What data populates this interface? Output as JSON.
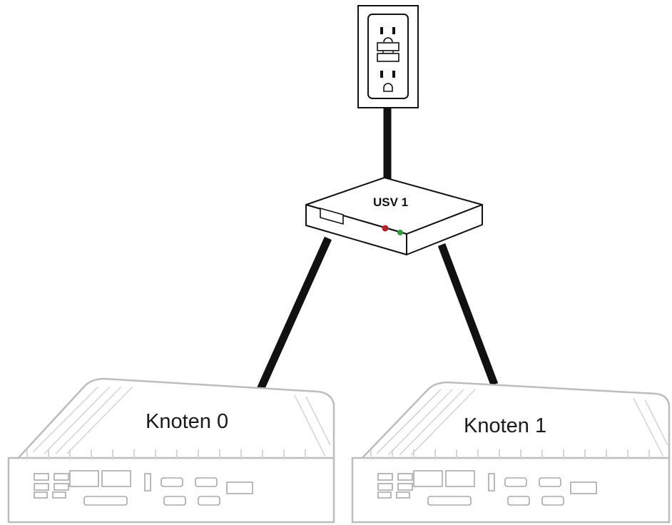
{
  "ups": {
    "label": "USV 1",
    "led_colors": {
      "red": "#b3262e",
      "green": "#2e9e3f"
    }
  },
  "nodes": [
    {
      "label": "Knoten 0"
    },
    {
      "label": "Knoten 1"
    }
  ],
  "colors": {
    "cable": "#111111",
    "outline": "#111111",
    "chassis_outline": "#bdbdbd",
    "chassis_fill": "#ffffff"
  },
  "icons": {
    "outlet": "wall-outlet-icon",
    "ups": "ups-box-icon",
    "node": "industrial-pc-icon"
  }
}
